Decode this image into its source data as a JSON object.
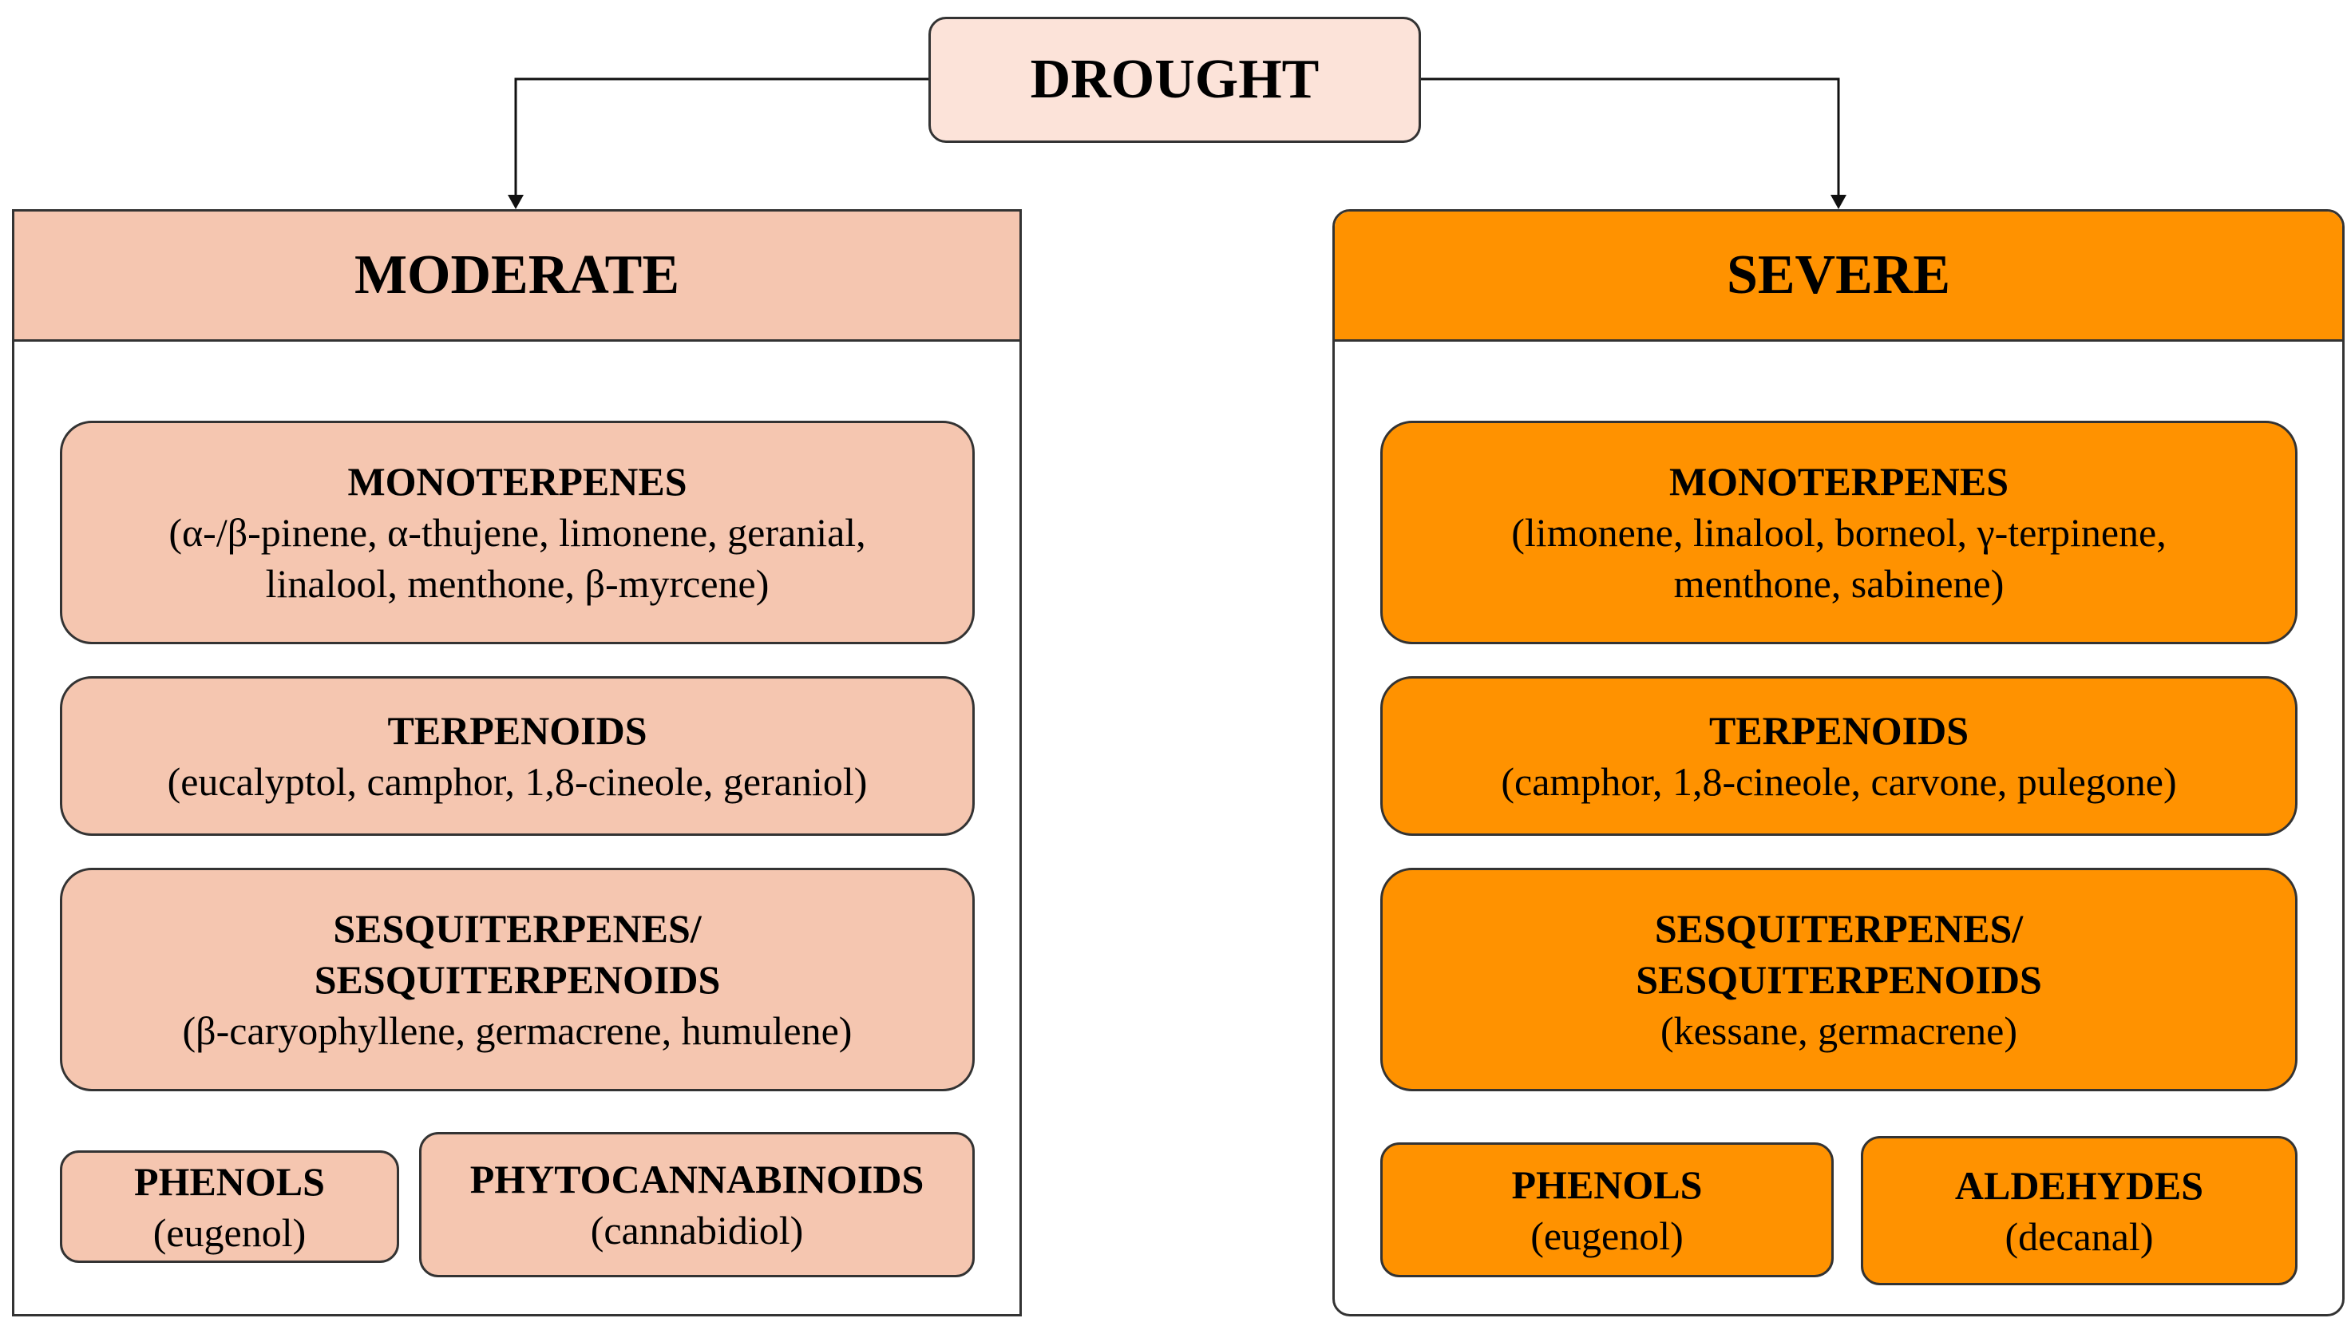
{
  "root": {
    "label": "DROUGHT"
  },
  "moderate": {
    "title": "MODERATE",
    "monoterpenes": {
      "title": "MONOTERPENES",
      "line1": "(α-/β-pinene, α-thujene, limonene, geranial,",
      "line2": "linalool, menthone, β-myrcene)"
    },
    "terpenoids": {
      "title": "TERPENOIDS",
      "line1": "(eucalyptol, camphor, 1,8-cineole, geraniol)"
    },
    "sesquiterpenes": {
      "title1": "SESQUITERPENES/",
      "title2": "SESQUITERPENOIDS",
      "line1": "(β-caryophyllene, germacrene, humulene)"
    },
    "phenols": {
      "title": "PHENOLS",
      "line1": "(eugenol)"
    },
    "phytocannabinoids": {
      "title": "PHYTOCANNABINOIDS",
      "line1": "(cannabidiol)"
    }
  },
  "severe": {
    "title": "SEVERE",
    "monoterpenes": {
      "title": "MONOTERPENES",
      "line1": "(limonene, linalool, borneol, γ-terpinene,",
      "line2": "menthone, sabinene)"
    },
    "terpenoids": {
      "title": "TERPENOIDS",
      "line1": "(camphor, 1,8-cineole, carvone, pulegone)"
    },
    "sesquiterpenes": {
      "title1": "SESQUITERPENES/",
      "title2": "SESQUITERPENOIDS",
      "line1": "(kessane, germacrene)"
    },
    "phenols": {
      "title": "PHENOLS",
      "line1": "(eugenol)"
    },
    "aldehydes": {
      "title": "ALDEHYDES",
      "line1": "(decanal)"
    }
  },
  "colors": {
    "root_fill": "#fce3d9",
    "moderate_fill": "#f5c6b0",
    "severe_fill": "#ff9200",
    "stroke": "#333333"
  }
}
